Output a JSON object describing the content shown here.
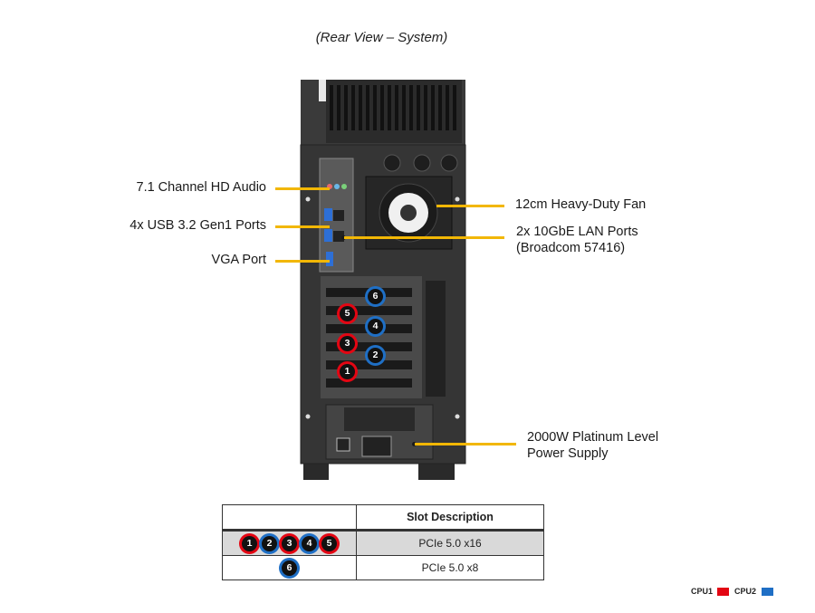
{
  "title": "(Rear View – System)",
  "colors": {
    "cpu1": "#e30613",
    "cpu2": "#1f6fc5",
    "leader": "#f2b705"
  },
  "labels": {
    "audio": "7.1 Channel HD Audio",
    "usb": "4x USB 3.2 Gen1 Ports",
    "vga": "VGA Port",
    "fan": "12cm Heavy-Duty  Fan",
    "lan_line1": "2x 10GbE LAN Ports",
    "lan_line2": "(Broadcom 57416)",
    "psu_line1": "2000W Platinum Level",
    "psu_line2": "Power Supply"
  },
  "slots_on_chassis": [
    {
      "num": "6",
      "cpu": "cpu2"
    },
    {
      "num": "5",
      "cpu": "cpu1"
    },
    {
      "num": "4",
      "cpu": "cpu2"
    },
    {
      "num": "3",
      "cpu": "cpu1"
    },
    {
      "num": "2",
      "cpu": "cpu2"
    },
    {
      "num": "1",
      "cpu": "cpu1"
    }
  ],
  "table": {
    "header": "Slot Description",
    "rows": [
      {
        "slots": [
          {
            "num": "1",
            "cpu": "cpu1"
          },
          {
            "num": "2",
            "cpu": "cpu2"
          },
          {
            "num": "3",
            "cpu": "cpu1"
          },
          {
            "num": "4",
            "cpu": "cpu2"
          },
          {
            "num": "5",
            "cpu": "cpu1"
          }
        ],
        "desc": "PCIe  5.0 x16"
      },
      {
        "slots": [
          {
            "num": "6",
            "cpu": "cpu2"
          }
        ],
        "desc": "PCIe  5.0 x8"
      }
    ]
  },
  "legend": {
    "cpu1": "CPU1",
    "cpu2": "CPU2"
  }
}
